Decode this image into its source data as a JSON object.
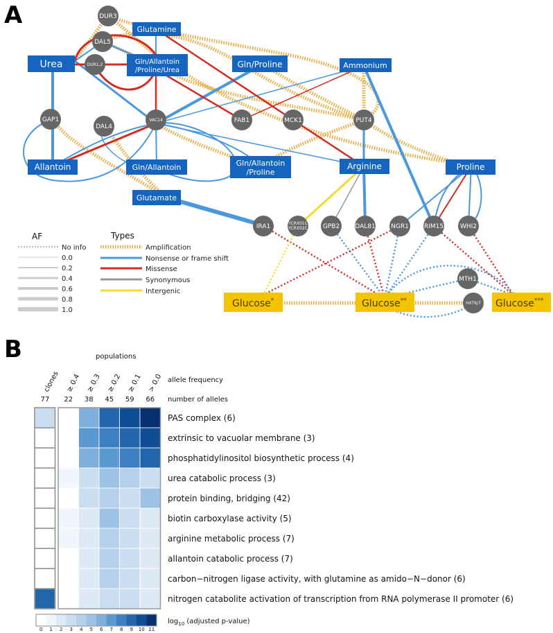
{
  "panel_a": {
    "letter": "A",
    "boxes": {
      "urea": "Urea",
      "glutamine": "Glutamine",
      "gln_allantoin_proline_urea_1": "Gln/Allantoin",
      "gln_allantoin_proline_urea_2": "/Proline/Urea",
      "gln_proline": "Gln/Proline",
      "ammonium": "Ammonium",
      "allantoin": "Allantoin",
      "gln_allantoin": "Gln/Allantoin",
      "gln_allantoin_proline_1": "Gln/Allantoin",
      "gln_allantoin_proline_2": "/Proline",
      "arginine": "Arginine",
      "proline": "Proline",
      "glutamate": "Glutamate"
    },
    "genes": {
      "dur3": "DUR3",
      "dal5": "DAL5",
      "dur12": "DUR1,2",
      "gap1": "GAP1",
      "dal4": "DAL4",
      "vac14": "VAC14",
      "fab1": "FAB1",
      "mck1": "MCK1",
      "put4": "PUT4",
      "ira1": "IRA1",
      "ycr_1": "YCRX01C",
      "ycr_2": "YCRX02C",
      "gpb2": "GPB2",
      "dal81": "DAL81",
      "ngr1": "NGR1",
      "rim15": "RIM15",
      "whi2": "WHI2",
      "mth1": "MTH1",
      "hxt67": "HXT6/7"
    },
    "glucose": {
      "label": "Glucose",
      "g1_mark": "*",
      "g2_mark": "**",
      "g3_mark": "***"
    },
    "legend": {
      "af_title": "AF",
      "af_items": [
        "No info",
        "0.0",
        "0.2",
        "0.4",
        "0.6",
        "0.8",
        "1.0"
      ],
      "types_title": "Types",
      "types_items": [
        "Amplification",
        "Nonsense or frame shift",
        "Missense",
        "Synonymous",
        "Intergenic"
      ]
    },
    "colors": {
      "node_gray": "#666666",
      "box_blue": "#1565c0",
      "glucose_yellow": "#f5c400",
      "amplification": "#e8a93a",
      "nonsense": "#4a98dc",
      "missense": "#d42a20",
      "synonymous": "#999999",
      "intergenic": "#f2dc2e"
    }
  },
  "panel_b": {
    "letter": "B",
    "populations_label": "populations",
    "allele_frequency_label": "allele frequency",
    "number_of_alleles_label": "number of alleles",
    "clones_label": "clones",
    "pop_headers": [
      "≥ 0.4",
      "≥ 0.3",
      "≥ 0.2",
      "≥ 0.1",
      "> 0.0"
    ],
    "clones_count": "77",
    "pop_counts": [
      "22",
      "38",
      "45",
      "59",
      "66"
    ],
    "colorbar_label": "log",
    "colorbar_sub": "10",
    "colorbar_label_rest": " (adjusted p-value)",
    "colorbar_ticks": [
      "0",
      "1",
      "2",
      "3",
      "4",
      "5",
      "6",
      "7",
      "8",
      "9",
      "10",
      "11"
    ],
    "colorbar_colors": [
      "#ffffff",
      "#f1f6fc",
      "#dde9f6",
      "#cadef0",
      "#b5d0ea",
      "#9cc2e4",
      "#7eb0db",
      "#5a9ad0",
      "#3c80c2",
      "#2166ab",
      "#0f4d94",
      "#083070"
    ]
  },
  "chart_data": {
    "type": "heatmap",
    "title": "",
    "xlabel": "",
    "columns": [
      "clones",
      "≥ 0.4",
      "≥ 0.3",
      "≥ 0.2",
      "≥ 0.1",
      "> 0.0"
    ],
    "rows": [
      "PAS complex (6)",
      "extrinsic to vacuolar membrane (3)",
      "phosphatidylinositol biosynthetic process (4)",
      "urea catabolic process (3)",
      "protein binding, bridging (42)",
      "biotin carboxylase activity (5)",
      "arginine metabolic process (7)",
      "allantoin catabolic process (7)",
      "carbon−nitrogen ligase activity, with glutamine as amido−N−donor (6)",
      "nitrogen catabolite activation of transcription from RNA polymerase II promoter (6)"
    ],
    "values": [
      [
        3,
        0,
        6,
        9,
        10,
        11
      ],
      [
        0,
        0,
        7,
        8,
        9,
        10
      ],
      [
        0,
        0,
        6,
        7,
        8,
        9
      ],
      [
        0,
        1,
        3,
        5,
        4,
        3
      ],
      [
        0,
        0,
        3,
        4,
        3,
        5
      ],
      [
        0,
        1,
        2,
        5,
        3,
        2
      ],
      [
        0,
        1,
        2,
        4,
        3,
        2
      ],
      [
        0,
        0,
        2,
        4,
        3,
        2
      ],
      [
        0,
        0,
        2,
        4,
        3,
        2
      ],
      [
        9,
        0,
        2,
        3,
        3,
        2
      ]
    ],
    "scale_range": [
      0,
      11
    ]
  }
}
